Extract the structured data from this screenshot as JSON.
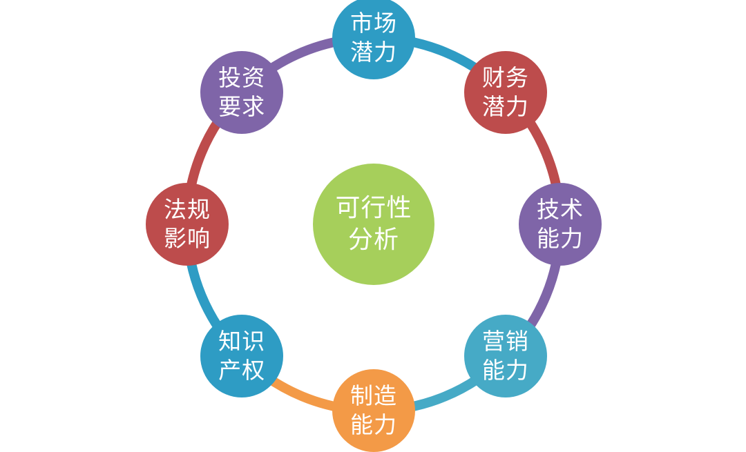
{
  "center": {
    "label": "可行性\n分析",
    "color": "#a6cf5b"
  },
  "nodes": [
    {
      "id": "market-potential",
      "label": "市场\n潜力",
      "color": "#2e9cc4",
      "next_segment_color": "#2e9cc4"
    },
    {
      "id": "financial-potential",
      "label": "财务\n潜力",
      "color": "#bd4c4c",
      "next_segment_color": "#bd4c4c"
    },
    {
      "id": "technical-capability",
      "label": "技术\n能力",
      "color": "#7f65a8",
      "next_segment_color": "#7f65a8"
    },
    {
      "id": "marketing-capability",
      "label": "营销\n能力",
      "color": "#46aac6",
      "next_segment_color": "#46aac6"
    },
    {
      "id": "manufacturing-capability",
      "label": "制造\n能力",
      "color": "#f39a47",
      "next_segment_color": "#f39a47"
    },
    {
      "id": "intellectual-property",
      "label": "知识\n产权",
      "color": "#2e9cc4",
      "next_segment_color": "#2e9cc4"
    },
    {
      "id": "regulatory-impact",
      "label": "法规\n影响",
      "color": "#bd4c4c",
      "next_segment_color": "#bd4c4c"
    },
    {
      "id": "investment-requirement",
      "label": "投资\n要求",
      "color": "#7f65a8",
      "next_segment_color": "#7f65a8"
    }
  ]
}
